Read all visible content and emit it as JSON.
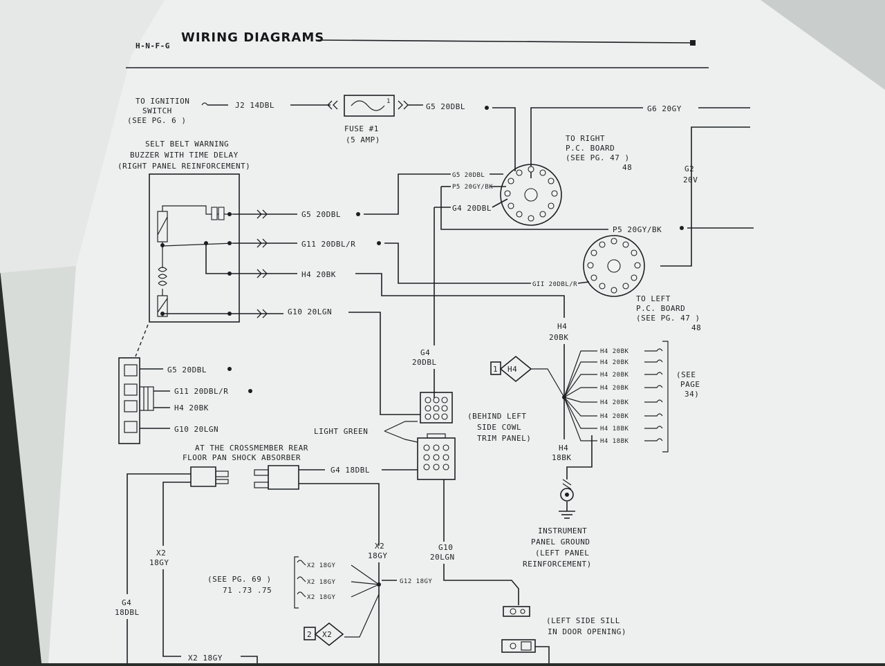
{
  "header": {
    "section_code": "H-N-F-G",
    "title": "WIRING DIAGRAMS"
  },
  "ignition": {
    "line1": "TO IGNITION",
    "line2": "SWITCH",
    "line3": "(SEE PG. 6 )"
  },
  "fuse": {
    "label": "FUSE #1",
    "rating": "(5 AMP)",
    "pin": "1"
  },
  "buzzer": {
    "line1": "SELT BELT WARNING",
    "line2": "BUZZER WITH TIME DELAY",
    "line3": "(RIGHT PANEL REINFORCEMENT)"
  },
  "right_board": {
    "line1": "TO RIGHT",
    "line2": "P.C. BOARD",
    "line3": "(SEE PG. 47 )",
    "line4": "48"
  },
  "left_board": {
    "line1": "TO LEFT",
    "line2": "P.C. BOARD",
    "line3": "(SEE PG. 47 )",
    "line4": "48"
  },
  "cowl_connector": {
    "line1": "(BEHIND LEFT",
    "line2": "SIDE COWL",
    "line3": "TRIM PANEL)",
    "color_label": "LIGHT GREEN"
  },
  "crossmember": {
    "line1": "AT THE CROSSMEMBER REAR",
    "line2": "FLOOR PAN SHOCK ABSORBER"
  },
  "ground": {
    "line1": "INSTRUMENT",
    "line2": "PANEL GROUND",
    "line3": "(LEFT PANEL",
    "line4": "REINFORCEMENT)"
  },
  "see_page_34": {
    "line1": "(SEE",
    "line2": "PAGE",
    "line3": "34)"
  },
  "see_page_69": {
    "line1": "(SEE PG. 69 )",
    "line2": "71 .73 .75"
  },
  "sill": {
    "line1": "(LEFT SIDE SILL",
    "line2": "IN DOOR OPENING)"
  },
  "wires": {
    "j2": "J2 14DBL",
    "g5_top": "G5 20DBL",
    "g6": "G6 20GY",
    "g2_code": "G2",
    "g2_gauge": "20V",
    "g5_mid": "G5 20DBL",
    "g5_conn": "G5 20DBL",
    "p5_conn": "P5 20GY/BK",
    "g4_conn": "G4 20DBL",
    "p5_right": "P5 20GY/BK",
    "g11_mid": "G11 20DBL/R",
    "g11_conn": "GII 20DBL/R",
    "h4_mid": "H4 20BK",
    "g10_mid": "G10 20LGN",
    "h4_code": "H4",
    "h4_gauge": "20BK",
    "g4_code": "G4",
    "g4_gauge": "20DBL",
    "h4_lower_code": "H4",
    "h4_lower_gauge": "18BK",
    "g4_18": "G4 18DBL",
    "x2_left_code": "X2",
    "x2_left_gauge": "18GY",
    "x2_center_code": "X2",
    "x2_center_gauge": "18GY",
    "g10_lower_code": "G10",
    "g10_lower_gauge": "20LGN",
    "g4_left_code": "G4",
    "g4_left_gauge": "18DBL",
    "g12": "G12 18GY",
    "x2_bottom": "X2 18GY"
  },
  "x2_branches": [
    "X2 18GY",
    "X2 18GY",
    "X2 18GY"
  ],
  "h4_branches": [
    "H4 20BK",
    "H4 20BK",
    "H4 20BK",
    "H4 20BK",
    "H4 20BK",
    "H4 20BK",
    "H4 18BK",
    "H4 18BK"
  ],
  "h4_diamond": {
    "num": "1",
    "code": "H4"
  },
  "x2_diamond": {
    "num": "2",
    "code": "X2"
  },
  "bottom_connector": {
    "g5": "G5 20DBL",
    "g11": "G11 20DBL/R",
    "h4": "H4 20BK",
    "g10": "G10 20LGN"
  }
}
